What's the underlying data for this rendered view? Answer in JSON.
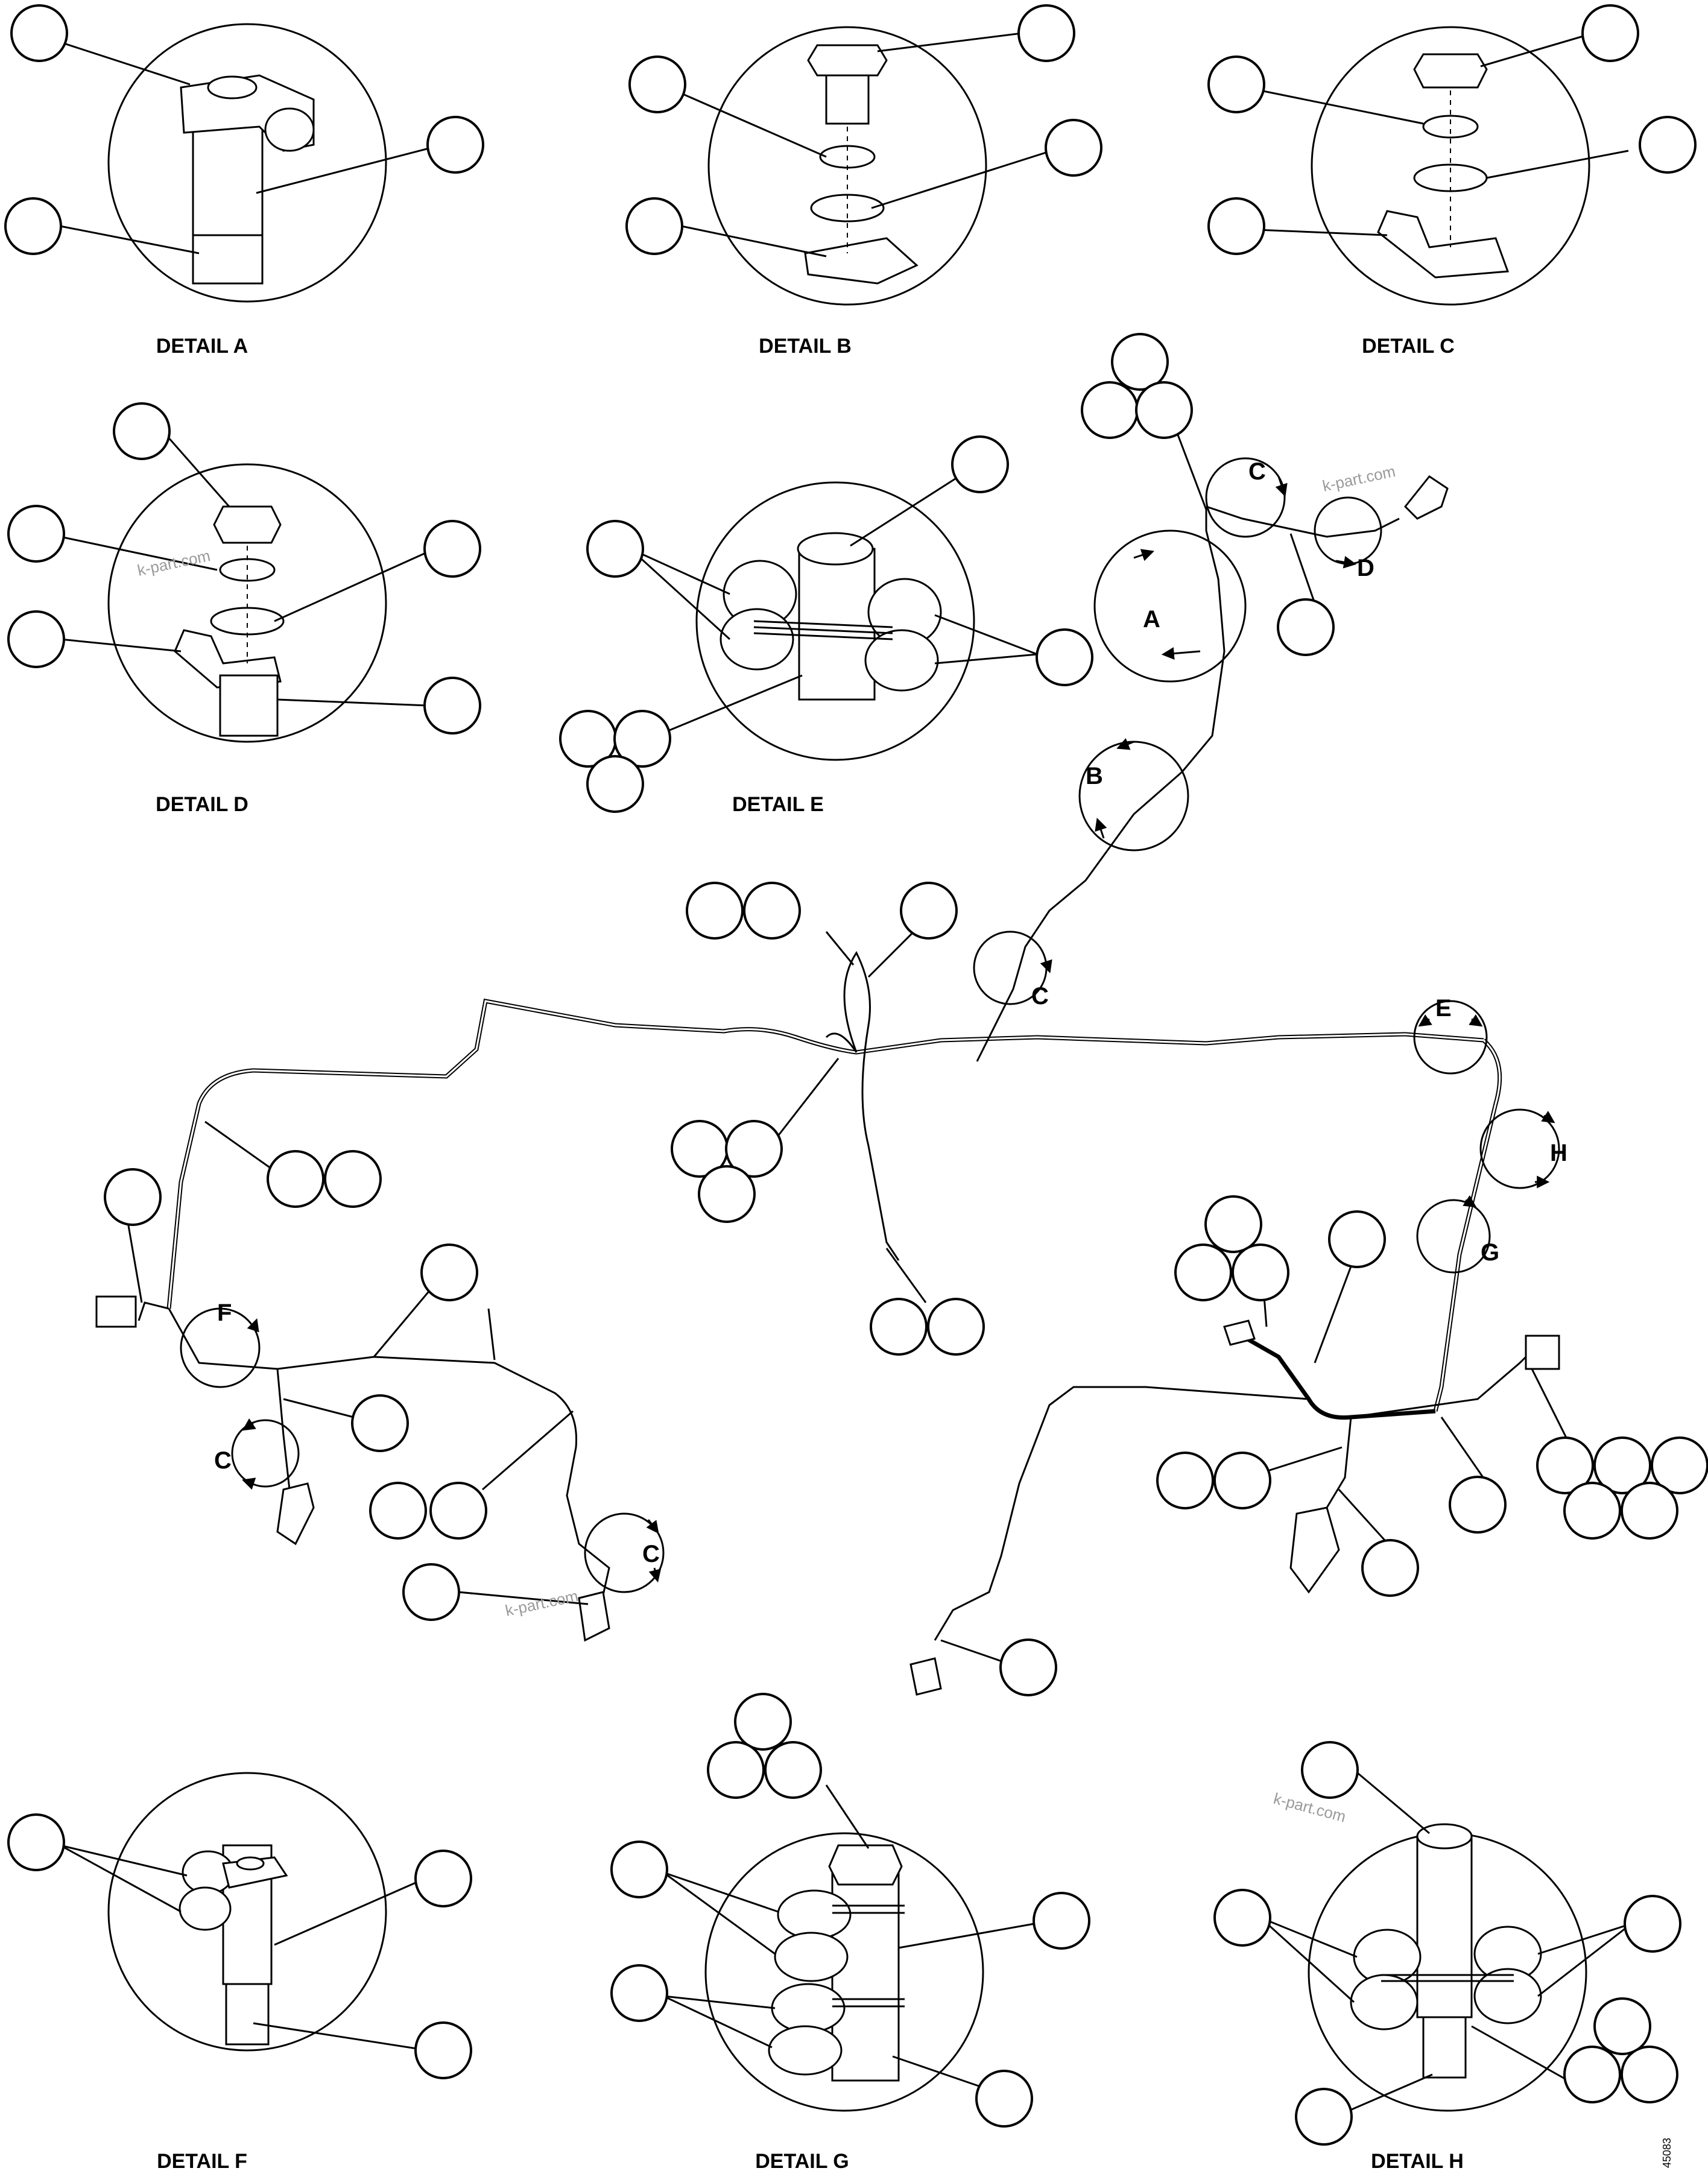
{
  "details": {
    "a": "DETAIL A",
    "b": "DETAIL B",
    "c": "DETAIL C",
    "d": "DETAIL D",
    "e": "DETAIL E",
    "f": "DETAIL F",
    "g": "DETAIL G",
    "h": "DETAIL H"
  },
  "callouts": {
    "a": "A",
    "b": "B",
    "c": "C",
    "d": "D",
    "e": "E",
    "f": "F",
    "g": "G",
    "h": "H"
  },
  "watermark": "k-part.com",
  "drawing_number": "45083"
}
